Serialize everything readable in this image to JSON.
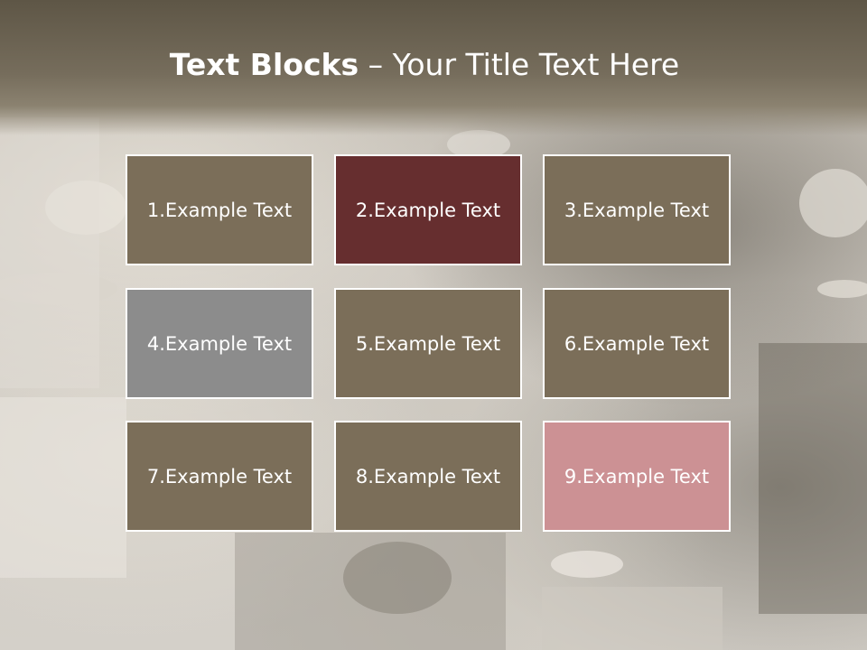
{
  "title": {
    "bold": "Text Blocks",
    "dash": " – ",
    "rest": "Your Title Text Here"
  },
  "colors": {
    "block_default": "#7b6e59",
    "block_highlight_dark": "#662e2f",
    "block_highlight_gray": "#8c8c8c",
    "block_highlight_pink": "#cc9194",
    "header": "#6b6351"
  },
  "blocks": [
    {
      "label": "1.Example Text",
      "color": "#7b6e59"
    },
    {
      "label": "2.Example Text",
      "color": "#662e2f"
    },
    {
      "label": "3.Example Text",
      "color": "#7b6e59"
    },
    {
      "label": "4.Example Text",
      "color": "#8c8c8c"
    },
    {
      "label": "5.Example Text",
      "color": "#7b6e59"
    },
    {
      "label": "6.Example Text",
      "color": "#7b6e59"
    },
    {
      "label": "7.Example Text",
      "color": "#7b6e59"
    },
    {
      "label": "8.Example Text",
      "color": "#7b6e59"
    },
    {
      "label": "9.Example Text",
      "color": "#cc9194"
    }
  ]
}
